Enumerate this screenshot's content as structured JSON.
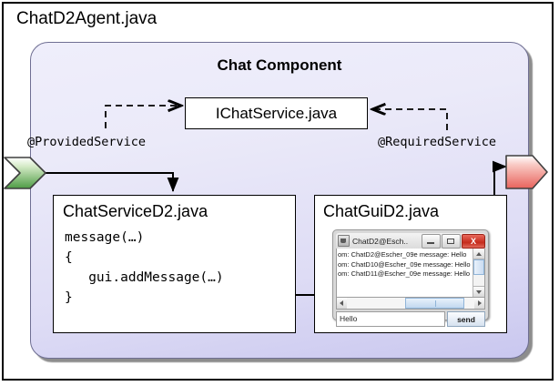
{
  "diagram": {
    "file_title": "ChatD2Agent.java",
    "component_title": "Chat Component",
    "interface_box_label": "IChatService.java",
    "provided_service_label": "@ProvidedService",
    "required_service_label": "@RequiredService",
    "provided_port_icon": "provided-service-chevron-icon",
    "required_port_icon": "required-service-arrow-icon",
    "colors": {
      "provided_port": "#8cc878",
      "required_port": "#f39090",
      "component_fill_top": "#efeefb",
      "component_fill_bottom": "#c9c7ef",
      "frame_border": "#000000"
    }
  },
  "service_box": {
    "class_name": "ChatServiceD2.java",
    "code": "message(…)\n{\n   gui.addMessage(…)\n}"
  },
  "gui_box": {
    "class_name": "ChatGuiD2.java",
    "window": {
      "title": "ChatD2@Esch..",
      "title_icon": "java-app-icon",
      "minimize_label": "",
      "maximize_label": "",
      "close_label": "X",
      "messages": [
        "om: ChatD2@Escher_09e message: Hello",
        "om: ChatD10@Escher_09e message: Hello",
        "om: ChatD11@Escher_09e message: Hello"
      ],
      "input_value": "Hello",
      "send_label": "send"
    }
  }
}
